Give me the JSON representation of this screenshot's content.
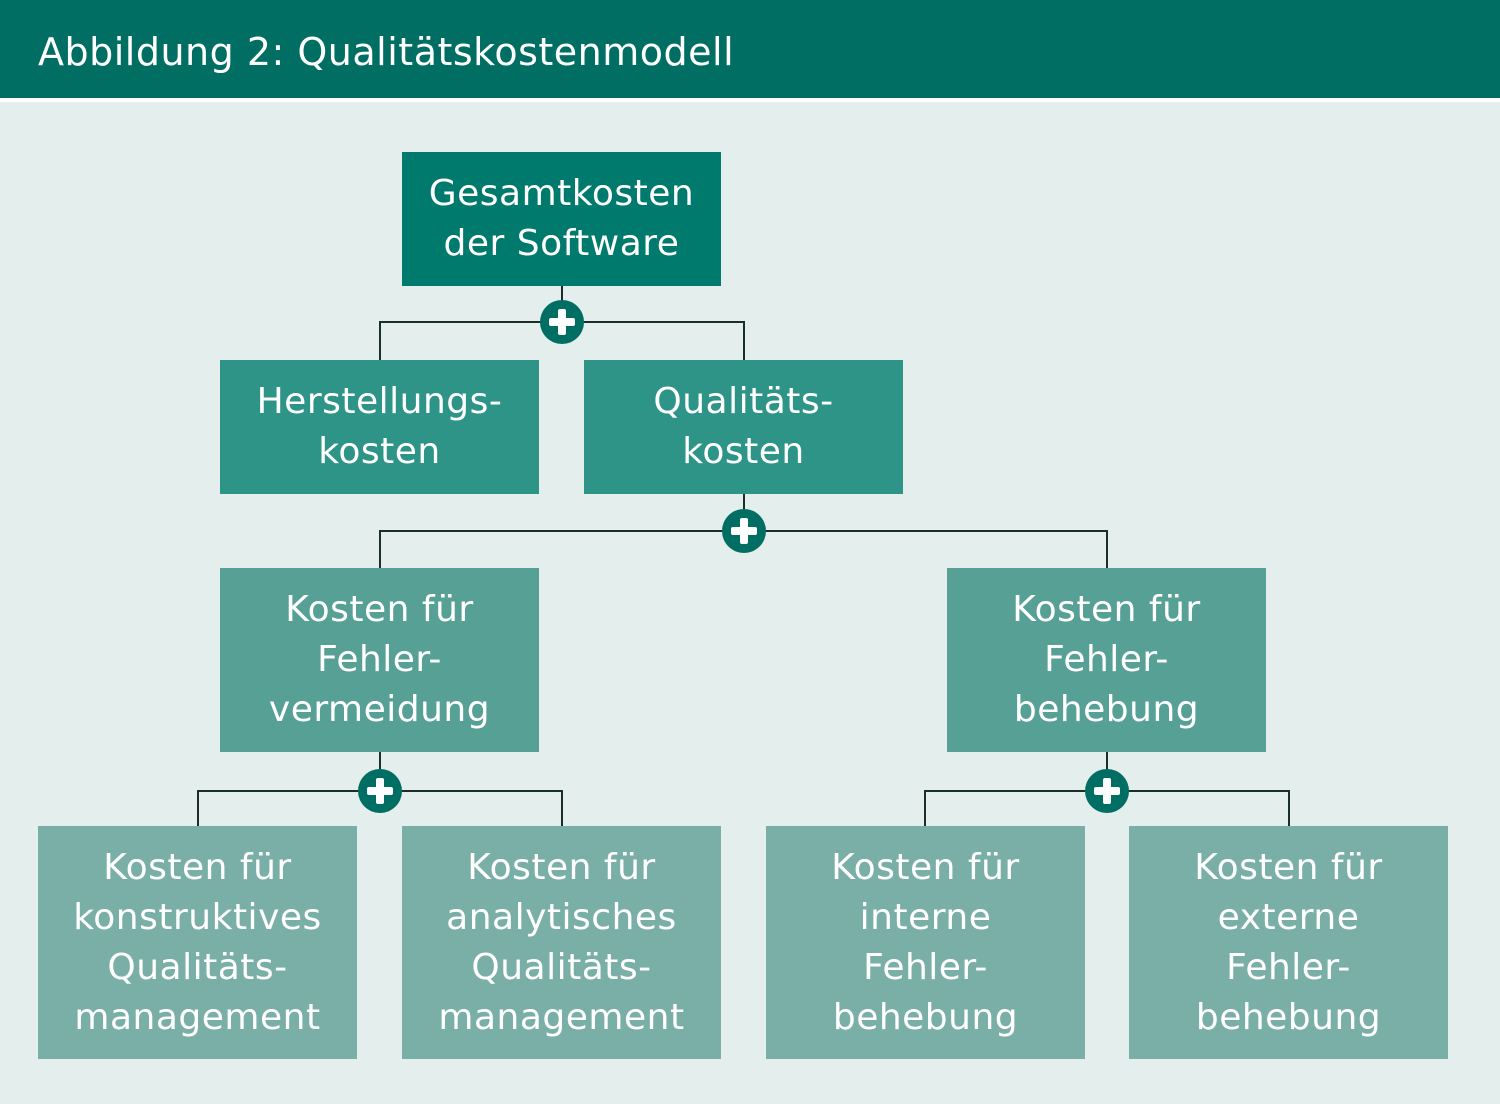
{
  "figure": {
    "title": "Abbildung 2: Qualitätskostenmodell"
  },
  "tree": {
    "root": {
      "lines": [
        "Gesamtkosten",
        "der Software"
      ]
    },
    "level1": [
      {
        "lines": [
          "Herstellungs-",
          "kosten"
        ]
      },
      {
        "lines": [
          "Qualitäts-",
          "kosten"
        ]
      }
    ],
    "level2": [
      {
        "lines": [
          "Kosten für",
          "Fehler-",
          "vermeidung"
        ]
      },
      {
        "lines": [
          "Kosten für",
          "Fehler-",
          "behebung"
        ]
      }
    ],
    "level3": [
      {
        "lines": [
          "Kosten für",
          "konstruktives",
          "Qualitäts-",
          "management"
        ]
      },
      {
        "lines": [
          "Kosten für",
          "analytisches",
          "Qualitäts-",
          "management"
        ]
      },
      {
        "lines": [
          "Kosten für",
          "interne",
          "Fehler-",
          "behebung"
        ]
      },
      {
        "lines": [
          "Kosten für",
          "externe",
          "Fehler-",
          "behebung"
        ]
      }
    ]
  },
  "icons": {
    "sum_operator": "plus-icon"
  },
  "colors": {
    "header_bg": "#006e63",
    "background": "#e4eeec",
    "level0": "#007a6c",
    "level1": "#2e9488",
    "level2": "#57a096",
    "level3": "#79afa6",
    "connector": "#1a2e2b"
  }
}
